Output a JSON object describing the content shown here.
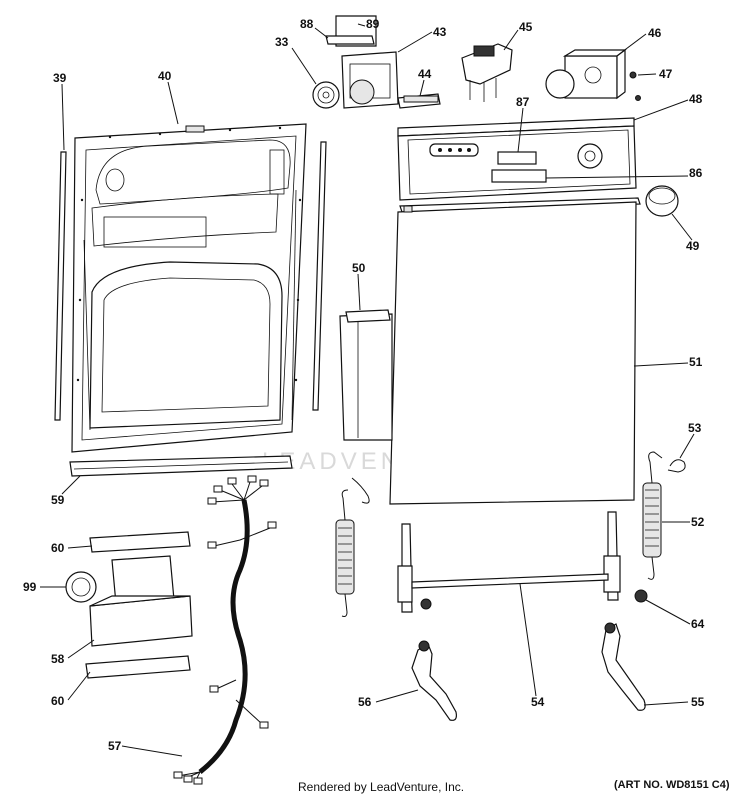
{
  "labels": [
    {
      "id": "88",
      "text": "88"
    },
    {
      "id": "89",
      "text": "89"
    },
    {
      "id": "43",
      "text": "43"
    },
    {
      "id": "33",
      "text": "33"
    },
    {
      "id": "45",
      "text": "45"
    },
    {
      "id": "46",
      "text": "46"
    },
    {
      "id": "47",
      "text": "47"
    },
    {
      "id": "44",
      "text": "44"
    },
    {
      "id": "39",
      "text": "39"
    },
    {
      "id": "40",
      "text": "40"
    },
    {
      "id": "48",
      "text": "48"
    },
    {
      "id": "87",
      "text": "87"
    },
    {
      "id": "86",
      "text": "86"
    },
    {
      "id": "49",
      "text": "49"
    },
    {
      "id": "50",
      "text": "50"
    },
    {
      "id": "51",
      "text": "51"
    },
    {
      "id": "53",
      "text": "53"
    },
    {
      "id": "52",
      "text": "52"
    },
    {
      "id": "59",
      "text": "59"
    },
    {
      "id": "60a",
      "text": "60"
    },
    {
      "id": "99",
      "text": "99"
    },
    {
      "id": "58",
      "text": "58"
    },
    {
      "id": "60b",
      "text": "60"
    },
    {
      "id": "64",
      "text": "64"
    },
    {
      "id": "56",
      "text": "56"
    },
    {
      "id": "54",
      "text": "54"
    },
    {
      "id": "55",
      "text": "55"
    },
    {
      "id": "57",
      "text": "57"
    }
  ],
  "watermark": "LEADVENTURE",
  "footer": {
    "rendered_by": "Rendered by LeadVenture, Inc.",
    "art_no": "(ART NO. WD8151 C4)"
  }
}
